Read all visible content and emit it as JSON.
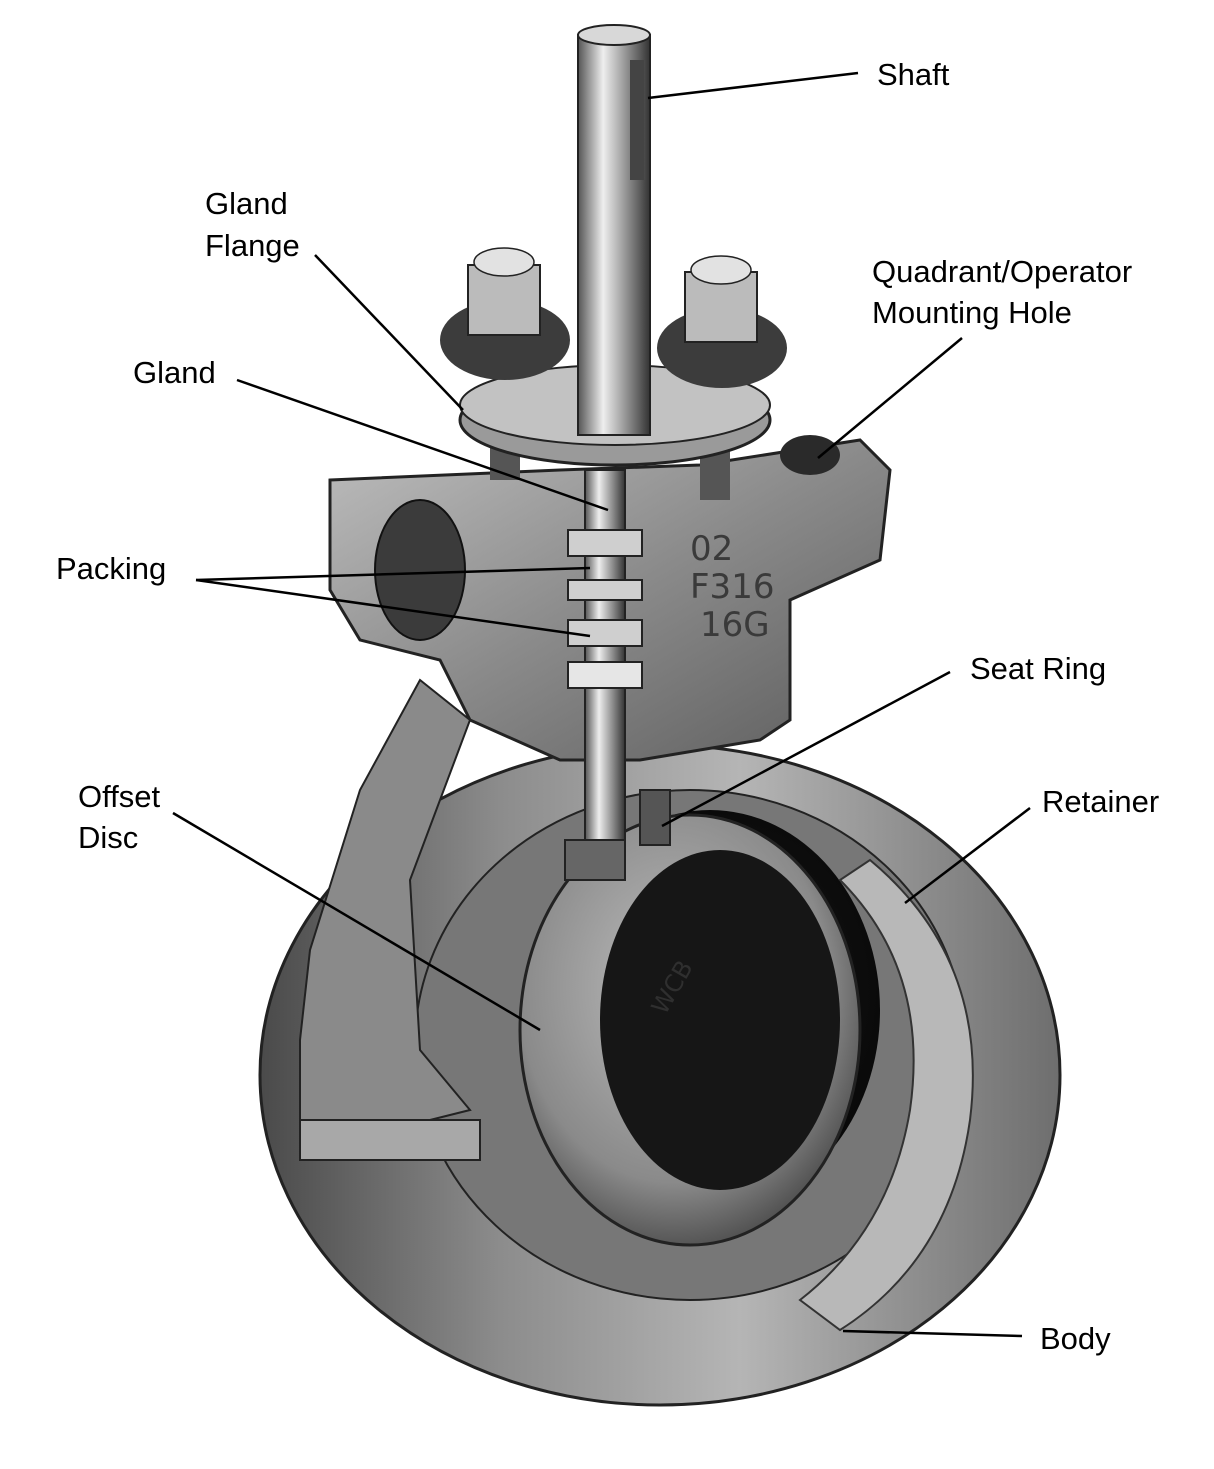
{
  "labels": {
    "shaft": "Shaft",
    "gland_flange_1": "Gland",
    "gland_flange_2": "Flange",
    "quadrant_1": "Quadrant/Operator",
    "quadrant_2": "Mounting Hole",
    "gland": "Gland",
    "packing": "Packing",
    "seat_ring": "Seat Ring",
    "offset_disc_1": "Offset",
    "offset_disc_2": "Disc",
    "retainer": "Retainer",
    "body": "Body"
  }
}
